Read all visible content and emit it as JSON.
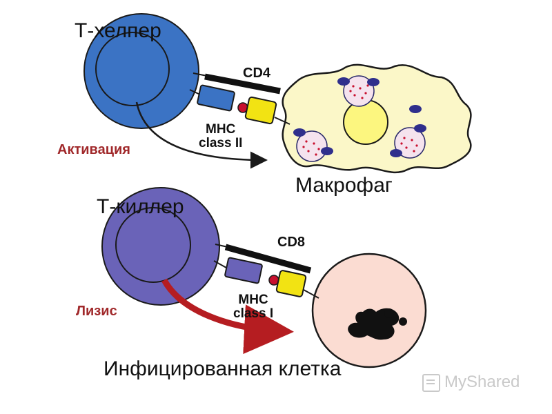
{
  "labels": {
    "t_helper": "Т-хелпер",
    "t_killer": "Т-киллер",
    "macrophage": "Макрофаг",
    "infected_cell": "Инфицированная клетка",
    "cd4": "CD4",
    "cd8": "CD8",
    "mhc_class_ii_line1": "MHC",
    "mhc_class_ii_line2": "class II",
    "mhc_class_i_line1": "MHC",
    "mhc_class_i_line2": "class I",
    "activation": "Активация",
    "lysis": "Лизис"
  },
  "watermark": {
    "text": "MyShared"
  },
  "colors": {
    "t_helper": "#3b73c4",
    "t_killer": "#6a63b8",
    "macrophage": "#fbf7c8",
    "infected_cell": "#fbdcd2",
    "receptor_yellow": "#f2e313",
    "antigen_red": "#c8102e",
    "arrow_dark": "#1a1a1a",
    "arrow_red": "#b51d21",
    "label_red": "#a0282a"
  }
}
